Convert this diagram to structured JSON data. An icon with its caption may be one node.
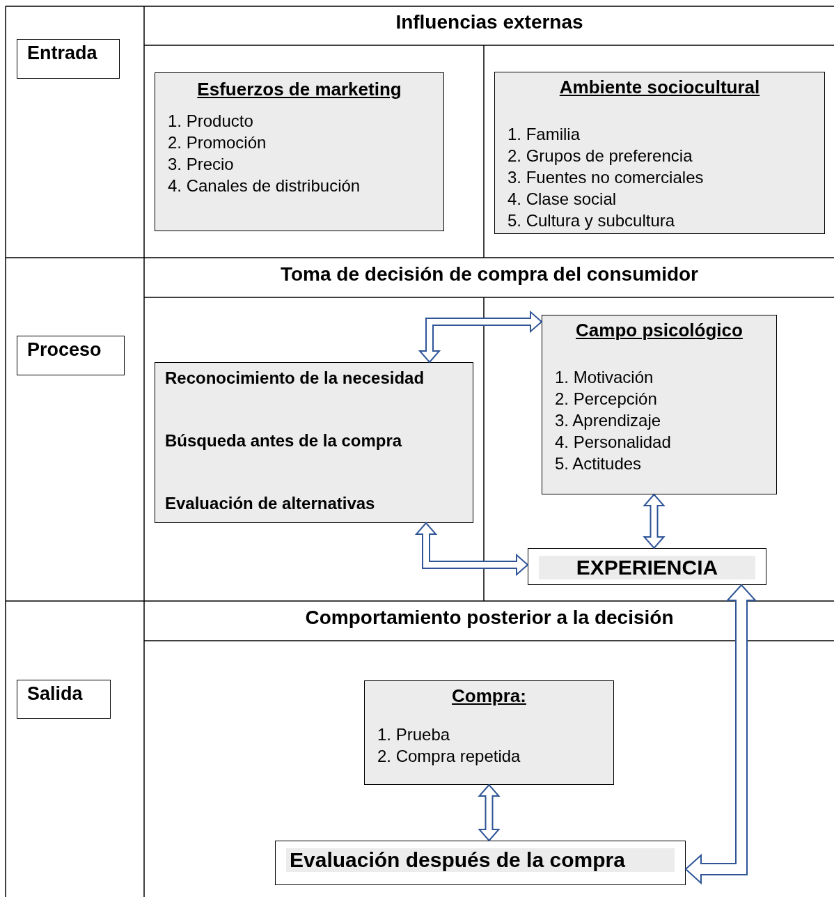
{
  "diagram": {
    "nodes": [
      {
        "text": [
          "Entrada"
        ]
      },
      {
        "text": [
          "Influencias externas"
        ]
      },
      {
        "text": [
          "Esfuerzos de marketing",
          "1. Producto",
          "2. Promoción",
          "3. Precio",
          "4. Canales de distribución"
        ]
      },
      {
        "text": [
          "Ambiente sociocultural",
          "1. Familia",
          "2. Grupos de preferencia",
          "3. Fuentes no comerciales",
          "4. Clase social",
          "5. Cultura y subcultura"
        ]
      },
      {
        "text": [
          "Proceso"
        ]
      },
      {
        "text": [
          "Toma de decisión de compra del consumidor"
        ]
      },
      {
        "text": [
          "Reconocimiento de la necesidad",
          "Búsqueda antes de la compra",
          "Evaluación de alternativas"
        ]
      },
      {
        "text": [
          "Campo psicológico",
          "1. Motivación",
          "2. Percepción",
          "3. Aprendizaje",
          "4. Personalidad",
          "5. Actitudes"
        ]
      },
      {
        "text": [
          "EXPERIENCIA"
        ]
      },
      {
        "text": [
          "Salida"
        ]
      },
      {
        "text": [
          "Comportamiento posterior a la decisión"
        ]
      },
      {
        "text": [
          "Compra:",
          "1. Prueba",
          "2. Compra repetida"
        ]
      },
      {
        "text": [
          "Evaluación después de la compra"
        ]
      }
    ],
    "edges": [
      {
        "from": 6,
        "to": 7,
        "arrow": "both"
      },
      {
        "from": 6,
        "to": 8,
        "arrow": "both"
      },
      {
        "from": 7,
        "to": 8,
        "arrow": "both"
      },
      {
        "from": 11,
        "to": 12,
        "arrow": "both"
      },
      {
        "from": 8,
        "to": 12,
        "arrow": "both"
      }
    ]
  }
}
